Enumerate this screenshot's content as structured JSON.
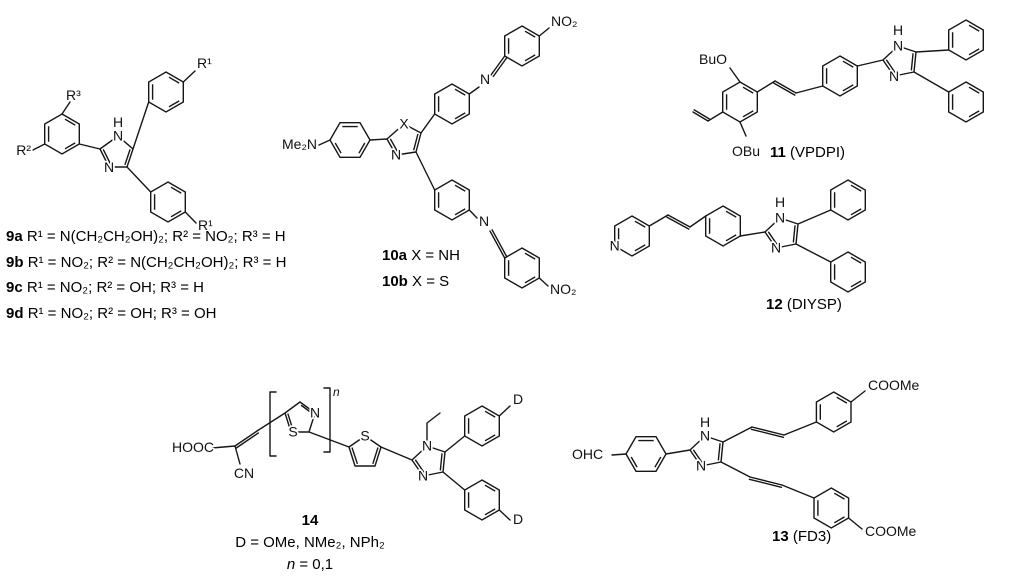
{
  "figure": {
    "background": "#ffffff",
    "ink": "#161616"
  },
  "structures": {
    "s9": {
      "atoms": {
        "r3": "R³",
        "r2": "R²",
        "h": "H",
        "n1": "N",
        "n3": "N",
        "r1_top": "R¹",
        "r1_bottom": "R¹"
      },
      "captions": [
        {
          "id": "9a",
          "text": "R¹ = N(CH₂CH₂OH)₂; R² = NO₂; R³ = H"
        },
        {
          "id": "9b",
          "text": "R¹ = NO₂; R² = N(CH₂CH₂OH)₂; R³ = H"
        },
        {
          "id": "9c",
          "text": "R¹ = NO₂; R² = OH; R³ = H"
        },
        {
          "id": "9d",
          "text": "R¹ = NO₂; R² = OH; R³ = OH"
        }
      ]
    },
    "s10": {
      "atoms": {
        "nme2": "Me₂N",
        "x": "X",
        "n_ring": "N",
        "n_imine_top": "N",
        "n_imine_bottom": "N",
        "no2_top": "NO₂",
        "no2_bottom": "NO₂"
      },
      "captions": [
        {
          "id": "10a",
          "text": "X = NH"
        },
        {
          "id": "10b",
          "text": "X = S"
        }
      ]
    },
    "s11": {
      "atoms": {
        "buo": "BuO",
        "obu": "OBu",
        "h": "H",
        "n1": "N",
        "n3": "N"
      },
      "caption": {
        "id": "11",
        "text": " (VPDPI)"
      }
    },
    "s12": {
      "atoms": {
        "n_py": "N",
        "h": "H",
        "n1": "N",
        "n3": "N"
      },
      "caption": {
        "id": "12",
        "text": " (DIYSP)"
      }
    },
    "s13": {
      "atoms": {
        "ohc": "OHC",
        "h": "H",
        "n1": "N",
        "n3": "N",
        "coome_top": "COOMe",
        "coome_bottom": "COOMe"
      },
      "caption": {
        "id": "13",
        "text": " (FD3)"
      }
    },
    "s14": {
      "atoms": {
        "hooc": "HOOC",
        "cn": "CN",
        "n_thiazole": "N",
        "s_thiazole": "S",
        "n_sup": "n",
        "s_thiophene": "S",
        "n1": "N",
        "n3": "N",
        "d_top": "D",
        "d_bottom": "D"
      },
      "captions": {
        "id": "14",
        "line2": "D = OMe, NMe₂, NPh₂",
        "line3_var": "n",
        "line3_rest": " = 0,1"
      }
    }
  }
}
